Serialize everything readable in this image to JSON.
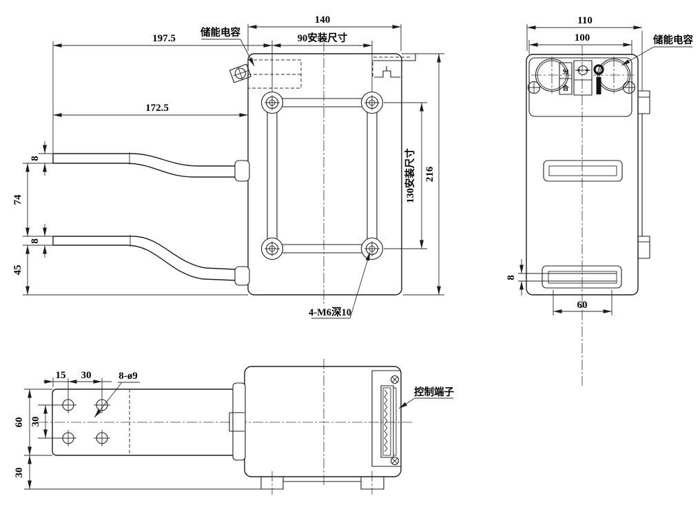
{
  "front": {
    "dim_overall_width": "140",
    "dim_mount_width": "90安装尺寸",
    "dim_overall_height": "216",
    "dim_mount_height": "130安装尺寸",
    "dim_arm_top_reach": "197.5",
    "dim_arm_bottom_reach": "172.5",
    "dim_arm_top_thickness": "8",
    "dim_arm_spacing": "74",
    "dim_arm_bottom_thickness": "8",
    "dim_bottom_offset": "45",
    "label_capacitor": "储能电容",
    "label_mount_holes": "4-M6深10"
  },
  "side": {
    "dim_overall_depth": "110",
    "dim_panel_width": "100",
    "dim_slot_height": "8",
    "dim_slot_width": "60",
    "label_capacitor": "储能电容",
    "label_open": "分",
    "label_close": "合"
  },
  "bottom": {
    "dim_hole_edge_offset": "15",
    "dim_hole_pitch": "30",
    "dim_plate_width": "60",
    "dim_hole_row_pitch": "30",
    "dim_foot_offset": "30",
    "label_busbar_holes": "8-ø9",
    "label_control_terminal": "控制端子"
  }
}
